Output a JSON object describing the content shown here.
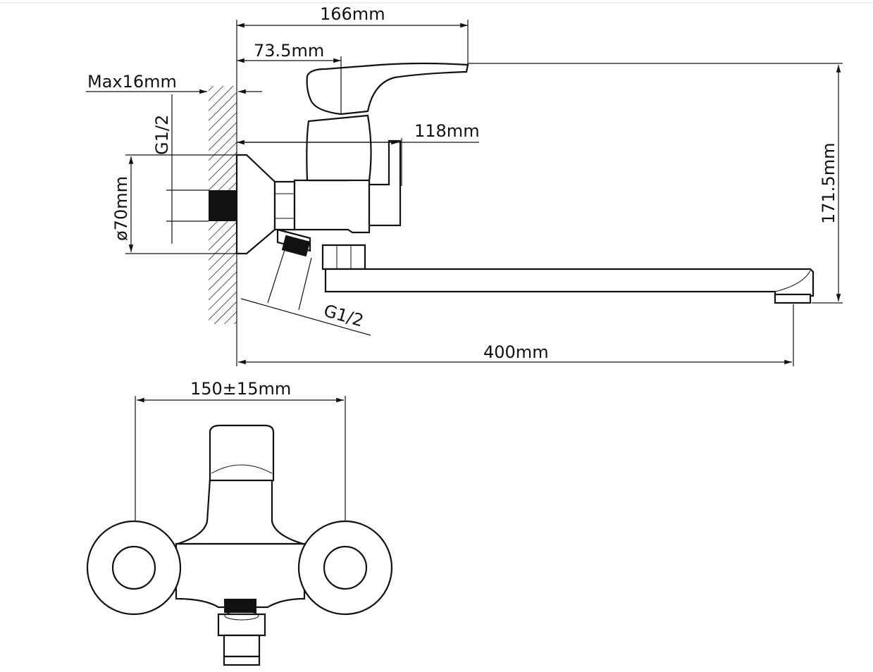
{
  "dimensions": {
    "overall_height": "166mm",
    "handle_offset": "73.5mm",
    "max_wall": "Max16mm",
    "depth": "118mm",
    "inlet_thread_top": "G1/2",
    "flange_diameter": "ø70mm",
    "height": "171.5mm",
    "outlet_thread": "G1/2",
    "spout_reach": "400mm",
    "center_distance": "150±15mm"
  },
  "colors": {
    "line": "#111111",
    "background": "#ffffff",
    "fill_dark": "#111111"
  }
}
